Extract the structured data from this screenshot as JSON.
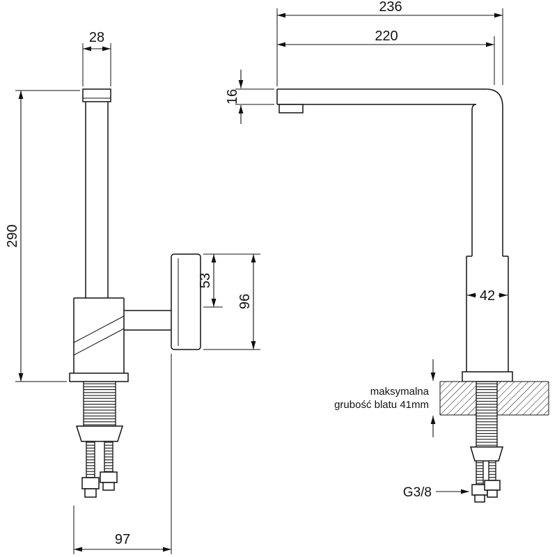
{
  "meta": {
    "background": "#ffffff",
    "line_color": "#111111",
    "drawing_type": "faucet installation dimension drawing"
  },
  "left_view": {
    "cap_width": "28",
    "total_height": "290",
    "handle_upper": "53",
    "handle_height": "96",
    "base_depth": "97"
  },
  "right_view": {
    "overall_width": "236",
    "spout_reach": "220",
    "spout_thickness": "16",
    "body_width": "42",
    "thread_size": "G3/8",
    "counter_note_line1": "maksymalna",
    "counter_note_line2": "grubość blatu 41mm"
  }
}
